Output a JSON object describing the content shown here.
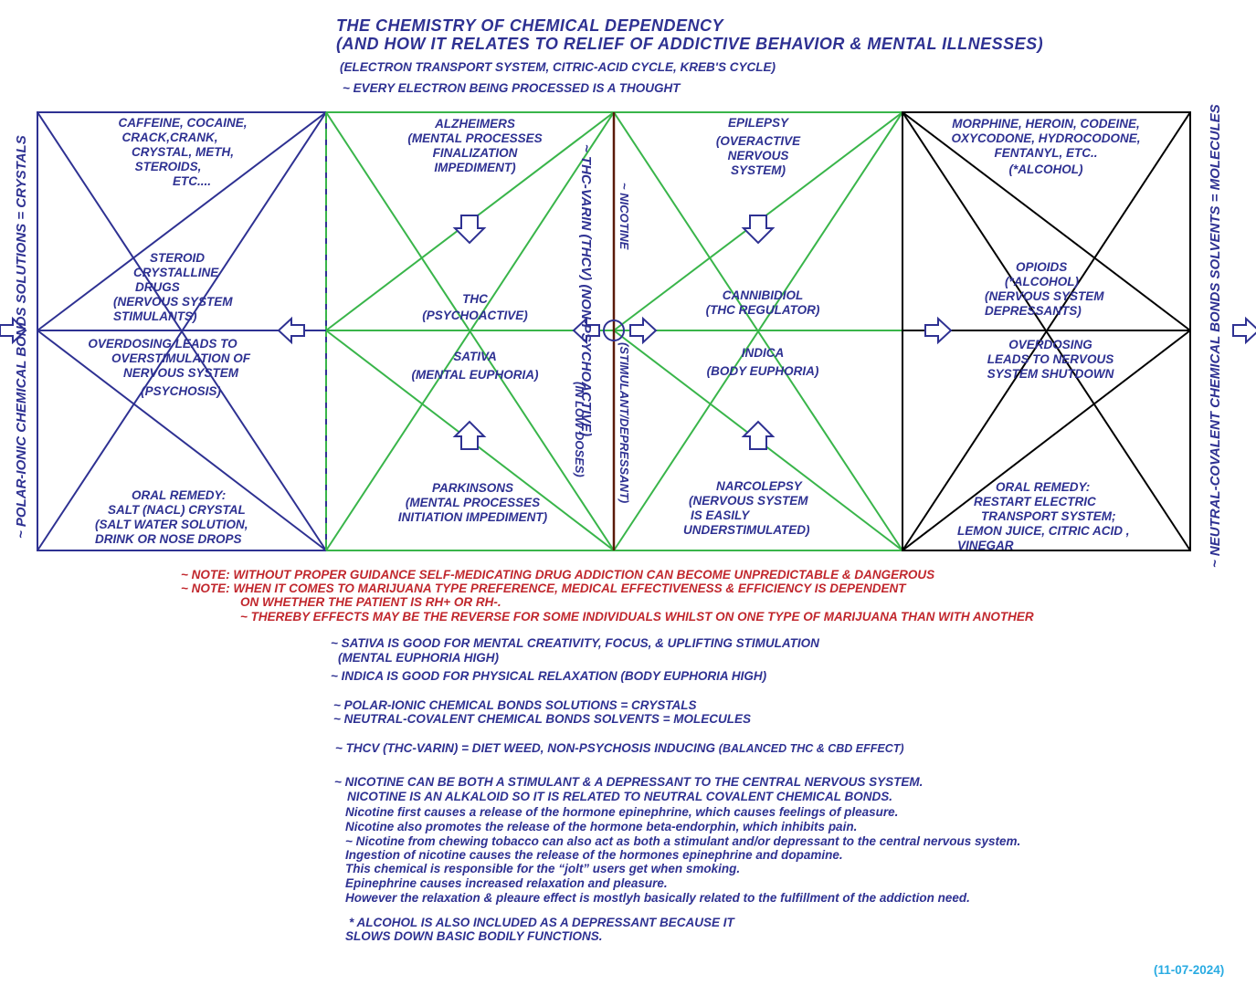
{
  "title": {
    "line1": "THE CHEMISTRY OF CHEMICAL DEPENDENCY",
    "line2": "(AND HOW IT RELATES TO RELIEF OF ADDICTIVE BEHAVIOR & MENTAL ILLNESSES)",
    "sub1": "(ELECTRON TRANSPORT SYSTEM, CITRIC-ACID CYCLE, KREB'S CYCLE)",
    "sub2": "~ EVERY ELECTRON BEING PROCESSED IS A THOUGHT"
  },
  "side_labels": {
    "left": "~ POLAR-IONIC CHEMICAL BONDS SOLUTIONS = CRYSTALS",
    "right": "~ NEUTRAL-COVALENT CHEMICAL BONDS SOLVENTS = MOLECULES"
  },
  "center_labels": {
    "thcv": "~ THC-VARIN (THCV) (NON-PSYCHOACTIVE)",
    "low_doses": "(IN LOW DOSES)",
    "nicotine": "~ NICOTINE",
    "stim_dep": "(STIMULANT/DEPRESSANT)"
  },
  "cells": {
    "stimulants_top": [
      "CAFFEINE, COCAINE,",
      "CRACK,CRANK,",
      "CRYSTAL, METH,",
      "STEROIDS,",
      "ETC...."
    ],
    "stimulants_mid": [
      "STEROID",
      "CRYSTALLINE",
      "DRUGS",
      "(NERVOUS SYSTEM",
      "STIMULANTS)"
    ],
    "stimulants_overdose": [
      "OVERDOSING LEADS TO",
      "OVERSTIMULATION OF",
      "NERVOUS SYSTEM",
      "(PSYCHOSIS)"
    ],
    "stimulants_remedy": [
      "ORAL REMEDY:",
      "SALT (NaCl) CRYSTAL",
      "(SALT WATER SOLUTION,",
      "DRINK OR NOSE DROPS"
    ],
    "alzheimers": [
      "ALZHEIMERS",
      "(MENTAL PROCESSES",
      "FINALIZATION",
      "IMPEDIMENT)"
    ],
    "thc": [
      "THC",
      "(PSYCHOACTIVE)"
    ],
    "sativa": [
      "SATIVA",
      "(MENTAL EUPHORIA)"
    ],
    "parkinsons": [
      "PARKINSONS",
      "(MENTAL PROCESSES",
      "INITIATION IMPEDIMENT)"
    ],
    "epilepsy": [
      "EPILEPSY",
      "(OVERACTIVE",
      "NERVOUS",
      "SYSTEM)"
    ],
    "cbd": [
      "CANNIBIDIOL",
      "(THC REGULATOR)"
    ],
    "indica": [
      "INDICA",
      "(BODY EUPHORIA)"
    ],
    "narcolepsy": [
      "NARCOLEPSY",
      "(NERVOUS SYSTEM",
      "IS EASILY",
      "UNDERSTIMULATED)"
    ],
    "depressants_top": [
      "MORPHINE, HEROIN, CODEINE,",
      "OXYCODONE, HYDROCODONE,",
      "FENTANYL, ETC..",
      "(*ALCOHOL)"
    ],
    "depressants_mid": [
      "OPIOIDS",
      "(*ALCOHOL)",
      "(NERVOUS SYSTEM",
      "DEPRESSANTS)"
    ],
    "depressants_overdose": [
      "OVERDOSING",
      "LEADS TO NERVOUS",
      "SYSTEM SHUTDOWN"
    ],
    "depressants_remedy": [
      "ORAL REMEDY:",
      "RESTART ELECTRIC",
      "TRANSPORT SYSTEM;",
      "LEMON JUICE, CITRIC ACID ,",
      "VINEGAR"
    ]
  },
  "notes_red": [
    "~ NOTE: WITHOUT PROPER GUIDANCE SELF-MEDICATING DRUG ADDICTION CAN BECOME UNPREDICTABLE & DANGEROUS",
    "~ NOTE: WHEN IT COMES TO MARIJUANA TYPE PREFERENCE, MEDICAL EFFECTIVENESS & EFFICIENCY IS DEPENDENT",
    "ON WHETHER THE PATIENT IS Rh+ OR Rh-.",
    "~ THEREBY EFFECTS MAY BE THE REVERSE FOR SOME INDIVIDUALS WHILST ON ONE TYPE OF MARIJUANA THAN WITH ANOTHER"
  ],
  "notes_blue": {
    "sativa1": "~ SATIVA IS GOOD FOR MENTAL CREATIVITY, FOCUS, & UPLIFTING STIMULATION",
    "sativa2": "(MENTAL EUPHORIA HIGH)",
    "indica": "~ INDICA IS GOOD FOR PHYSICAL RELAXATION (BODY EUPHORIA HIGH)",
    "polar": "~ POLAR-IONIC CHEMICAL BONDS SOLUTIONS = CRYSTALS",
    "neutral": "~  NEUTRAL-COVALENT CHEMICAL BONDS SOLVENTS = MOLECULES",
    "thcv_a": "~ THCV (THC-VARIN) = DIET WEED, NON-PSYCHOSIS INDUCING",
    "thcv_b": "(BALANCED THC & CBD EFFECT)",
    "nic1": "~ NICOTINE CAN BE BOTH A STIMULANT & A DEPRESSANT TO THE CENTRAL NERVOUS SYSTEM.",
    "nic2": "NICOTINE IS AN ALKALOID SO IT IS RELATED TO NEUTRAL COVALENT CHEMICAL BONDS.",
    "nic3": "Nicotine first causes a release of the hormone epinephrine, which causes feelings of pleasure.",
    "nic4": "Nicotine also promotes the release of the hormone beta-endorphin, which inhibits pain.",
    "nic5": "~ Nicotine from chewing tobacco can also act as both a stimulant and/or depressant to the central nervous system.",
    "nic6": "Ingestion of nicotine causes the release of the hormones epinephrine and dopamine.",
    "nic7": "This chemical is responsible for the “jolt” users get when smoking.",
    "nic8": "Epinephrine causes increased relaxation and pleasure.",
    "nic9": "However the relaxation & pleaure effect is mostlyh basically related to the fulfillment of the addiction need.",
    "alc1": "* ALCOHOL IS ALSO INCLUDED AS A DEPRESSANT BECAUSE IT",
    "alc2": "SLOWS DOWN BASIC BODILY FUNCTIONS."
  },
  "date": "(11-07-2024)",
  "colors": {
    "text": "#2e3192",
    "green": "#39b54a",
    "black": "#000000",
    "red": "#c1272d",
    "date": "#29abe2",
    "brown": "#5a1a0a"
  }
}
